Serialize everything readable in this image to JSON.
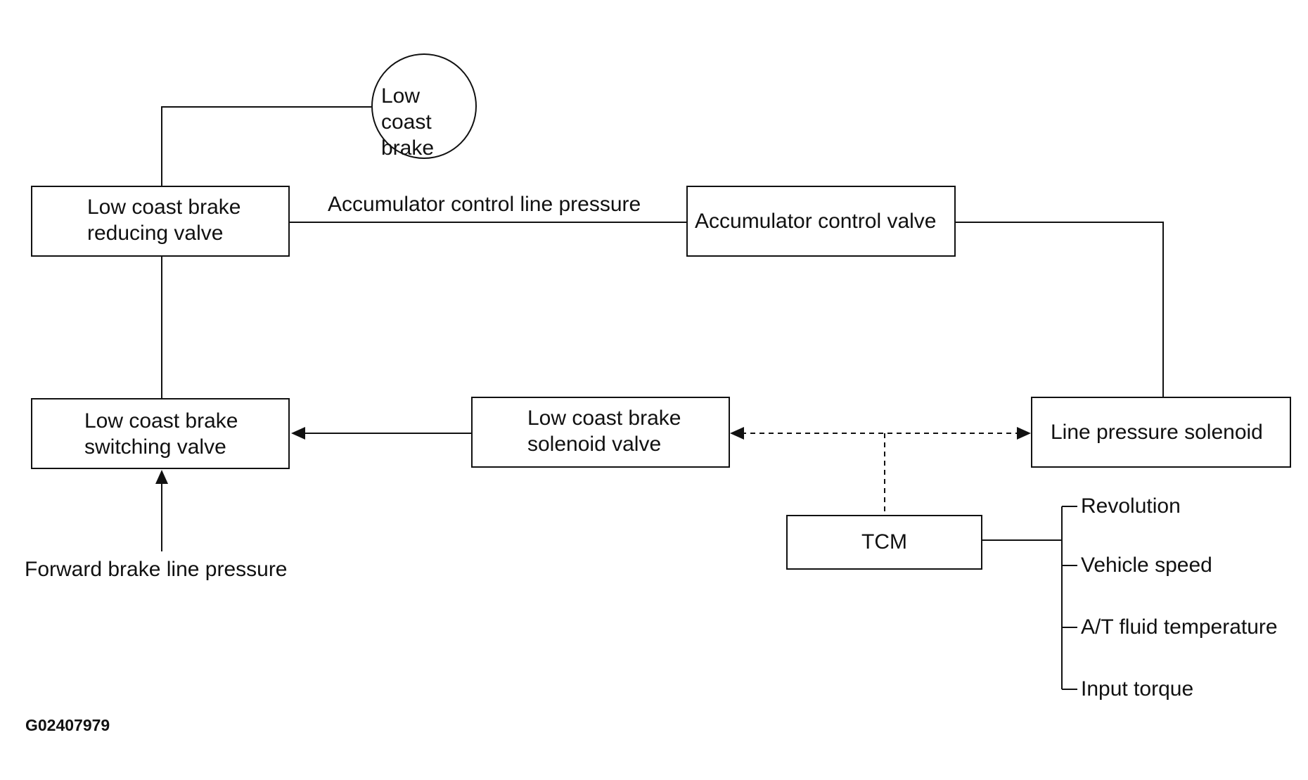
{
  "nodes": {
    "low_coast_brake": {
      "lines": [
        "Low coast",
        "brake"
      ]
    },
    "reducing_valve": {
      "lines": [
        "Low coast brake",
        "reducing valve"
      ]
    },
    "accumulator_control_valve": {
      "lines": [
        "Accumulator control valve"
      ]
    },
    "switching_valve": {
      "lines": [
        "Low coast brake",
        "switching valve"
      ]
    },
    "solenoid_valve": {
      "lines": [
        "Low coast brake",
        "solenoid valve"
      ]
    },
    "line_pressure_solenoid": {
      "lines": [
        "Line pressure solenoid"
      ]
    },
    "tcm": {
      "lines": [
        "TCM"
      ]
    }
  },
  "labels": {
    "accumulator_control_line_pressure": "Accumulator control line pressure",
    "forward_brake_line_pressure": "Forward brake line pressure"
  },
  "tcm_inputs": [
    "Revolution",
    "Vehicle speed",
    "A/T fluid temperature",
    "Input torque"
  ],
  "figure_code": "G02407979"
}
